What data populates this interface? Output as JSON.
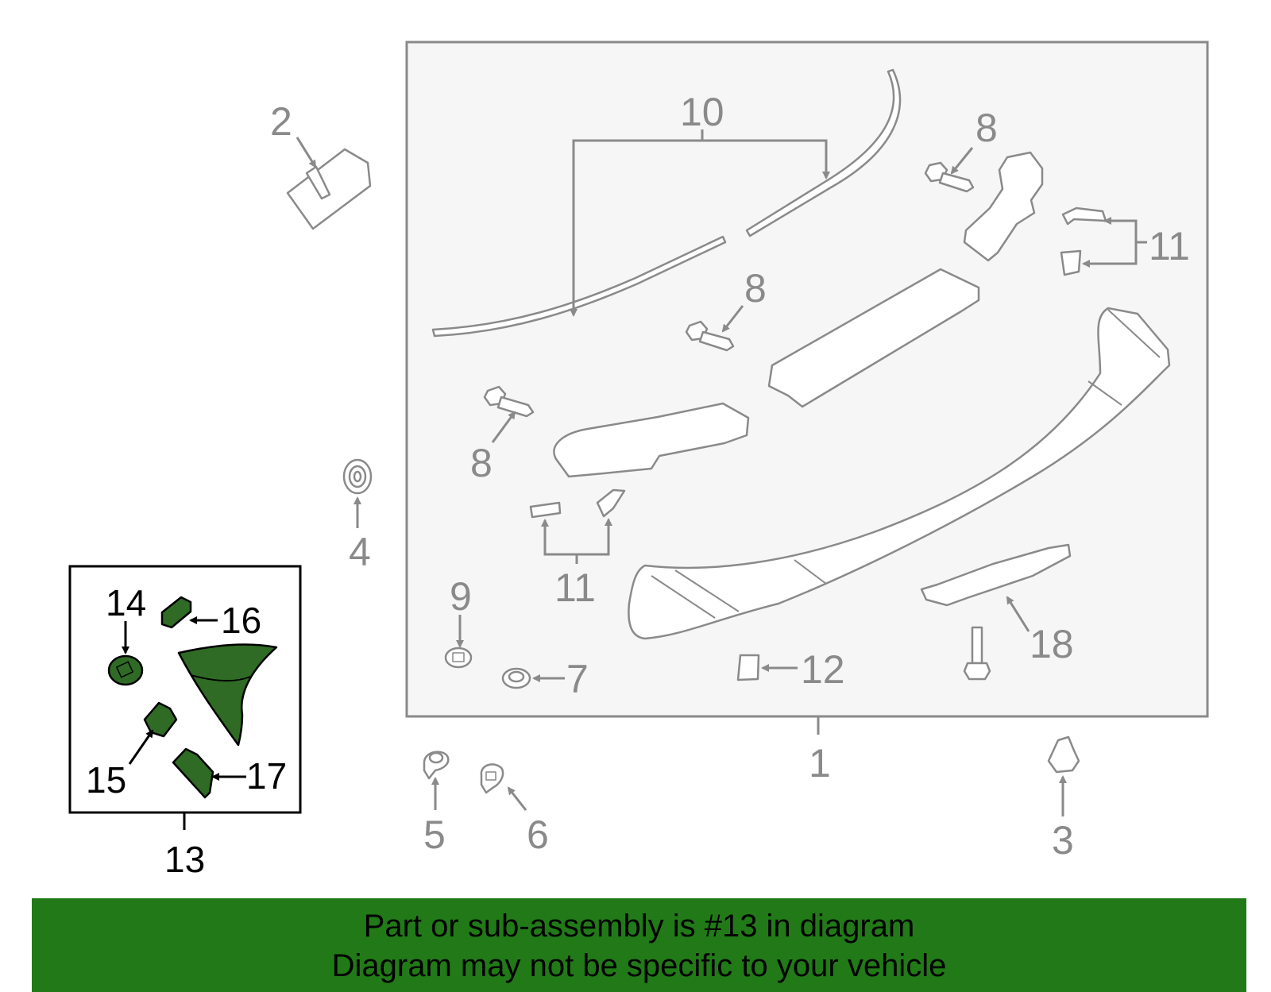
{
  "callouts": {
    "c1": "1",
    "c2": "2",
    "c3": "3",
    "c4": "4",
    "c5": "5",
    "c6": "6",
    "c7": "7",
    "c8a": "8",
    "c8b": "8",
    "c8c": "8",
    "c9": "9",
    "c10": "10",
    "c11a": "11",
    "c11b": "11",
    "c12": "12",
    "c13": "13",
    "c14": "14",
    "c15": "15",
    "c16": "16",
    "c17": "17",
    "c18": "18"
  },
  "banner": {
    "line1": "Part or sub-assembly is #13 in diagram",
    "line2": "Diagram may not be specific to your vehicle"
  },
  "colors": {
    "highlight_green": "#2f6b24",
    "banner_green": "#217a17",
    "parts_gray": "#8a8a8a",
    "box_fill": "#f6f6f6"
  }
}
